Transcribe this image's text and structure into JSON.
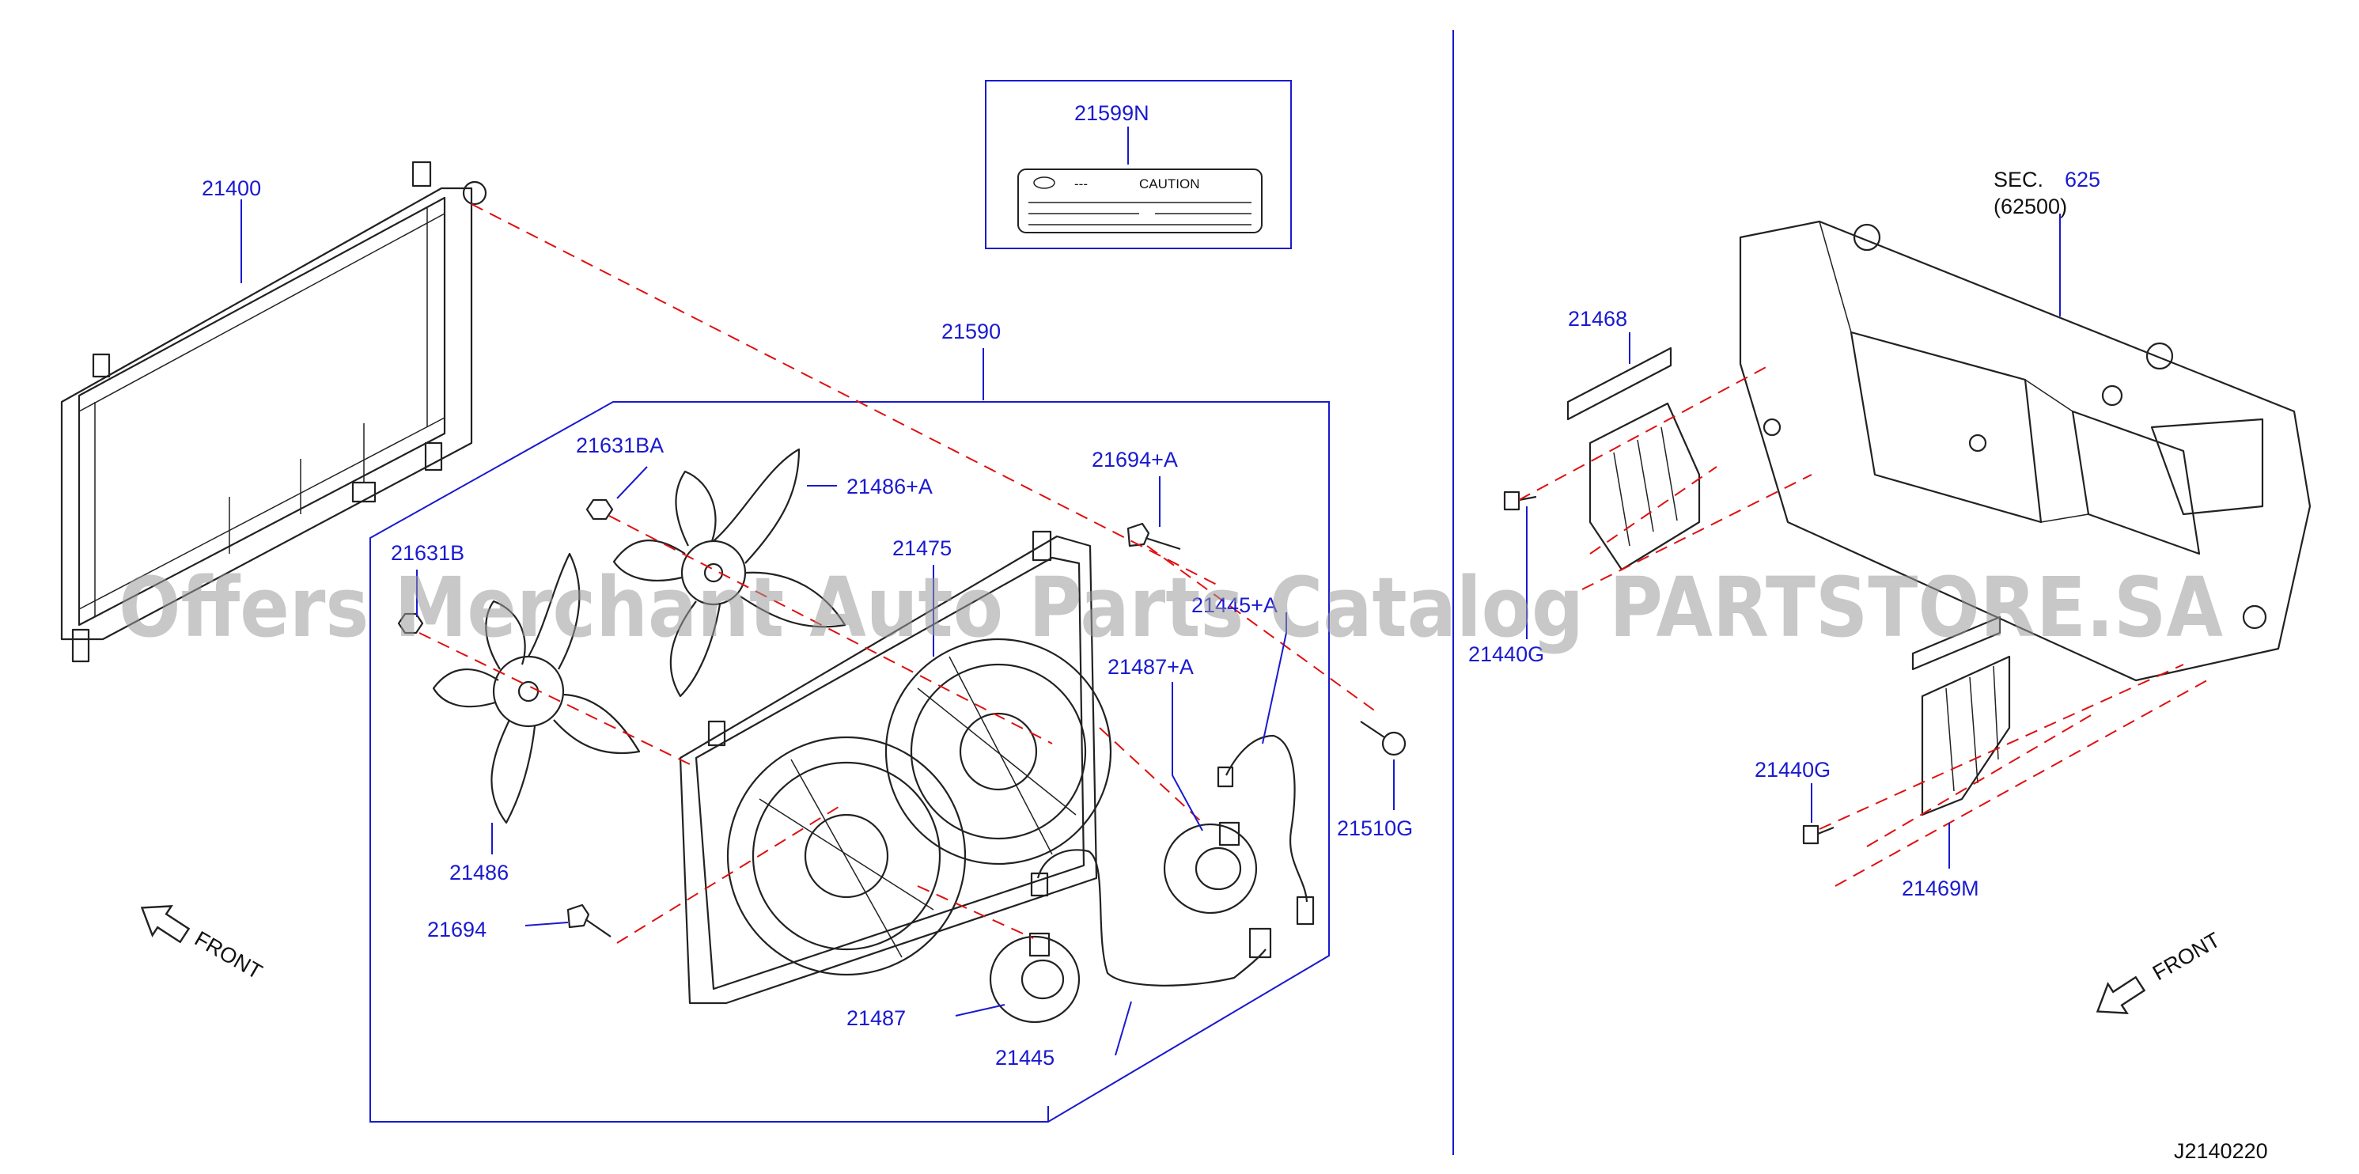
{
  "labels": {
    "p21400": "21400",
    "p21599n": "21599N",
    "p21590": "21590",
    "p21631ba": "21631BA",
    "p21486a": "21486+A",
    "p21694a": "21694+A",
    "p21631b": "21631B",
    "p21475": "21475",
    "p21445a": "21445+A",
    "p21487a": "21487+A",
    "p21510g": "21510G",
    "p21486": "21486",
    "p21694": "21694",
    "p21487": "21487",
    "p21445": "21445",
    "p21468": "21468",
    "p21440g_top": "21440G",
    "p21440g_bottom": "21440G",
    "p21469m": "21469M",
    "sec_prefix": "SEC.",
    "sec_num": "625",
    "sec_code": "(62500)"
  },
  "caution_label": {
    "text": "CAUTION",
    "dashes": "---"
  },
  "front_left": "FRONT",
  "front_right": "FRONT",
  "drawing_id": "J2140220",
  "watermark": "Offers Merchant Auto Parts Catalog PARTSTORE.SA",
  "colors": {
    "label_blue": "#1a1ad0",
    "dash_red": "#e01010",
    "line_black": "#222222"
  }
}
